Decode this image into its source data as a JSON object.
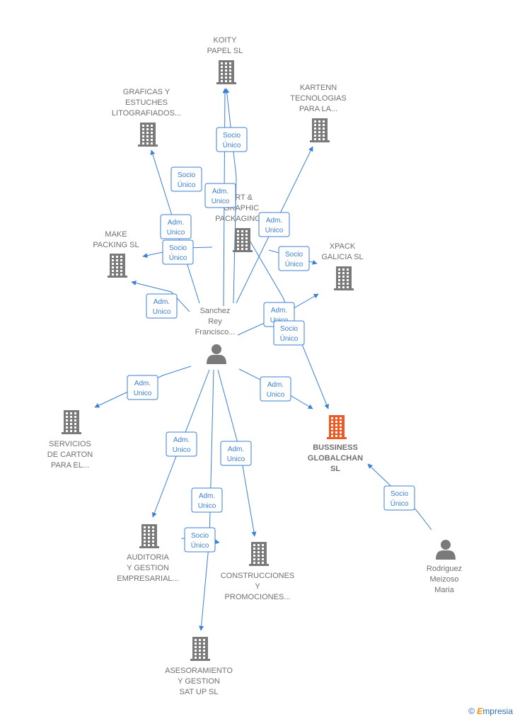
{
  "colors": {
    "edge": "#3b7fd6",
    "building": "#7a7a7a",
    "building_highlight": "#ee5a24",
    "person": "#7a7a7a"
  },
  "nodes": {
    "koity": {
      "lines": [
        "KOITY",
        "PAPEL SL"
      ],
      "icon": "building-icon"
    },
    "graficas": {
      "lines": [
        "GRAFICAS Y",
        "ESTUCHES",
        "LITOGRAFIADOS..."
      ],
      "icon": "building-icon"
    },
    "kartenn": {
      "lines": [
        "KARTENN",
        "TECNOLOGIAS",
        "PARA LA..."
      ],
      "icon": "building-icon"
    },
    "art": {
      "lines": [
        "ART &",
        "GRAPHIC",
        "PACKAGING..."
      ],
      "icon": "building-icon"
    },
    "make": {
      "lines": [
        "MAKE",
        "PACKING  SL"
      ],
      "icon": "building-icon"
    },
    "xpack": {
      "lines": [
        "XPACK",
        "GALICIA  SL"
      ],
      "icon": "building-icon"
    },
    "sanchez": {
      "lines": [
        "Sanchez",
        "Rey",
        "Francisco..."
      ],
      "icon": "person-icon"
    },
    "servicios": {
      "lines": [
        "SERVICIOS",
        "DE CARTON",
        "PARA EL..."
      ],
      "icon": "building-icon"
    },
    "bussiness": {
      "lines": [
        "BUSSINESS",
        "GLOBALCHAN",
        "SL"
      ],
      "icon": "building-icon",
      "highlight": true
    },
    "auditoria": {
      "lines": [
        "AUDITORIA",
        "Y GESTION",
        "EMPRESARIAL..."
      ],
      "icon": "building-icon"
    },
    "construcciones": {
      "lines": [
        "CONSTRUCCIONES",
        "Y",
        "PROMOCIONES..."
      ],
      "icon": "building-icon"
    },
    "rodriguez": {
      "lines": [
        "Rodriguez",
        "Meizoso",
        "Maria"
      ],
      "icon": "person-icon"
    },
    "asesoramiento": {
      "lines": [
        "ASESORAMIENTO",
        "Y GESTION",
        "SAT UP  SL"
      ],
      "icon": "building-icon"
    }
  },
  "badges": [
    {
      "lines": [
        "Socio",
        "Único"
      ]
    },
    {
      "lines": [
        "Socio",
        "Único"
      ]
    },
    {
      "lines": [
        "Adm.",
        "Unico"
      ]
    },
    {
      "lines": [
        "Adm.",
        "Unico"
      ]
    },
    {
      "lines": [
        "Adm.",
        "Unico"
      ]
    },
    {
      "lines": [
        "Socio",
        "Único"
      ]
    },
    {
      "lines": [
        "Socio",
        "Único"
      ]
    },
    {
      "lines": [
        "Adm.",
        "Unico"
      ]
    },
    {
      "lines": [
        "Adm.",
        "Unico"
      ]
    },
    {
      "lines": [
        "Socio",
        "Único"
      ]
    },
    {
      "lines": [
        "Adm.",
        "Unico"
      ]
    },
    {
      "lines": [
        "Adm.",
        "Unico"
      ]
    },
    {
      "lines": [
        "Adm.",
        "Unico"
      ]
    },
    {
      "lines": [
        "Adm.",
        "Unico"
      ]
    },
    {
      "lines": [
        "Adm.",
        "Unico"
      ]
    },
    {
      "lines": [
        "Socio",
        "Único"
      ]
    },
    {
      "lines": [
        "Socio",
        "Único"
      ]
    }
  ],
  "brand": {
    "copyright": "©",
    "initial": "E",
    "rest": "mpresia"
  }
}
